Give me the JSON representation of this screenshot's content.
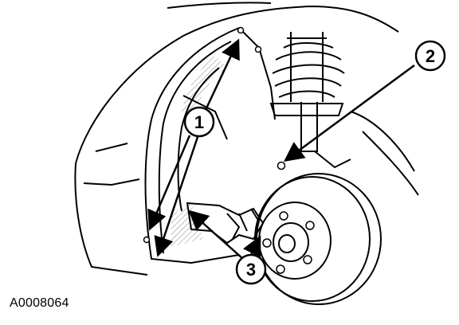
{
  "figure": {
    "id_label": "A0008064"
  },
  "callouts": [
    {
      "number": "1"
    },
    {
      "number": "2"
    },
    {
      "number": "3"
    }
  ]
}
